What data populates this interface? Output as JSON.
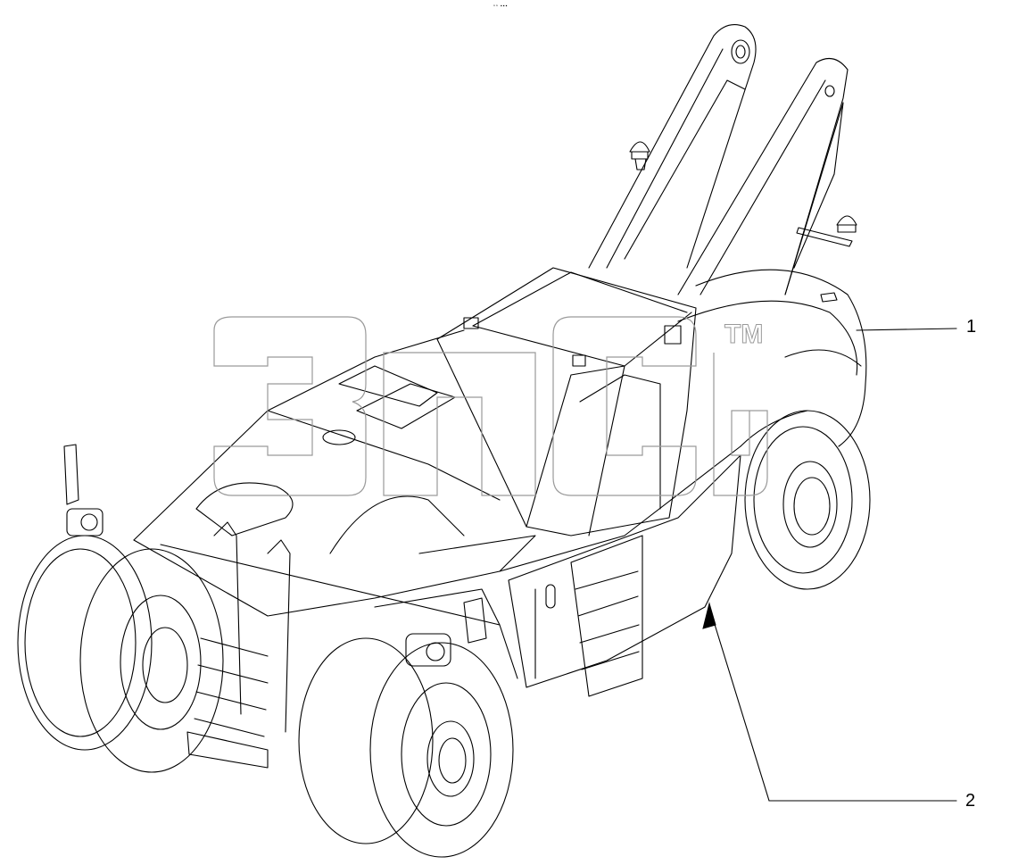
{
  "header": {
    "mark": "ⁿⁿ ▪▪▪"
  },
  "watermark": {
    "text": "3ПСЭ",
    "trademark": "TM"
  },
  "callouts": [
    {
      "label": "1",
      "target": "body-frame"
    },
    {
      "label": "2",
      "target": "side-panel"
    }
  ],
  "colors": {
    "line": "#000000",
    "watermark": "#9a9a9a",
    "background": "#ffffff"
  }
}
